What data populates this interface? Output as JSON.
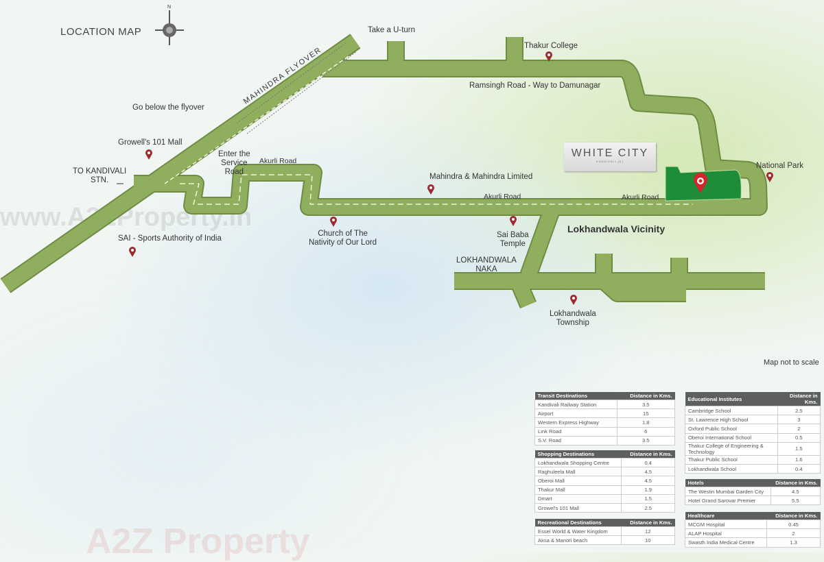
{
  "title": "LOCATION MAP",
  "compass": {
    "north": "N"
  },
  "project": {
    "name": "WHITE CITY",
    "sub": "KANDIVALI (E)"
  },
  "watermarks": [
    "www.A2ZProperty.in",
    "A2Z Property"
  ],
  "colors": {
    "road": "#8fae5e",
    "road_edge": "#6f8c45",
    "plot": "#1f8c3a",
    "pin": "#d1262b"
  },
  "labels": {
    "flyover": "MAHINDRA FLYOVER",
    "uturn": "Take a U-turn",
    "below": "Go below the flyover",
    "service": "Enter the\nService\nRoad",
    "kandivali": "TO KANDIVALI\nSTN.",
    "akurli1": "Akurli Road",
    "akurli2": "Akurli Road",
    "akurli3": "Akurli Road",
    "ramsingh": "Ramsingh Road - Way to Damunagar",
    "naka": "LOKHANDWALA\nNAKA",
    "vicinity": "Lokhandwala Vicinity",
    "scale": "Map not to scale"
  },
  "places": [
    {
      "name": "Thakur College"
    },
    {
      "name": "Growell's 101 Mall"
    },
    {
      "name": "SAI - Sports Authority of India"
    },
    {
      "name": "Church of The\nNativity of Our Lord"
    },
    {
      "name": "Mahindra & Mahindra Limited"
    },
    {
      "name": "Sai Baba\nTemple"
    },
    {
      "name": "National Park"
    },
    {
      "name": "Lokhandwala\nTownship"
    }
  ],
  "tables": [
    {
      "header": "Transit Destinations",
      "dist": "Distance in Kms.",
      "rows": [
        [
          "Kandivali Railway Station",
          "3.5"
        ],
        [
          "Airport",
          "15"
        ],
        [
          "Western Express Highway",
          "1.8"
        ],
        [
          "Link Road",
          "6"
        ],
        [
          "S.V. Road",
          "3.5"
        ]
      ]
    },
    {
      "header": "Shopping Destinations",
      "dist": "Distance in Kms.",
      "rows": [
        [
          "Lokhandwala Shopping Centre",
          "0.4"
        ],
        [
          "Raghuleela Mall",
          "4.5"
        ],
        [
          "Oberoi Mall",
          "4.5"
        ],
        [
          "Thakur Mall",
          "1.9"
        ],
        [
          "Dmart",
          "1.5"
        ],
        [
          "Growel's 101 Mall",
          "2.5"
        ]
      ]
    },
    {
      "header": "Recreational Destinations",
      "dist": "Distance in Kms.",
      "rows": [
        [
          "Essel World & Water Kingdom",
          "12"
        ],
        [
          "Aksa & Manori beach",
          "10"
        ]
      ]
    },
    {
      "header": "Educational Institutes",
      "dist": "Distance in Kms.",
      "rows": [
        [
          "Cambridge School",
          "2.5"
        ],
        [
          "St. Lawrence High School",
          "3"
        ],
        [
          "Oxford Public School",
          "2"
        ],
        [
          "Oberoi International School",
          "0.5"
        ],
        [
          "Thakur College of Engineering & Technology",
          "1.5"
        ],
        [
          "Thakur Public School",
          "1.6"
        ],
        [
          "Lokhandwala School",
          "0.4"
        ]
      ]
    },
    {
      "header": "Hotels",
      "dist": "Distance in Kms.",
      "rows": [
        [
          "The Westin Mumbai Garden City",
          "4.5"
        ],
        [
          "Hotel Grand Sarovar Premier",
          "5.5"
        ]
      ]
    },
    {
      "header": "Healthcare",
      "dist": "Distance in Kms.",
      "rows": [
        [
          "MCGM Hospital",
          "0.45"
        ],
        [
          "ALAP Hospital",
          "2"
        ],
        [
          "Swasth India Medical Centre",
          "1.3"
        ]
      ]
    }
  ]
}
